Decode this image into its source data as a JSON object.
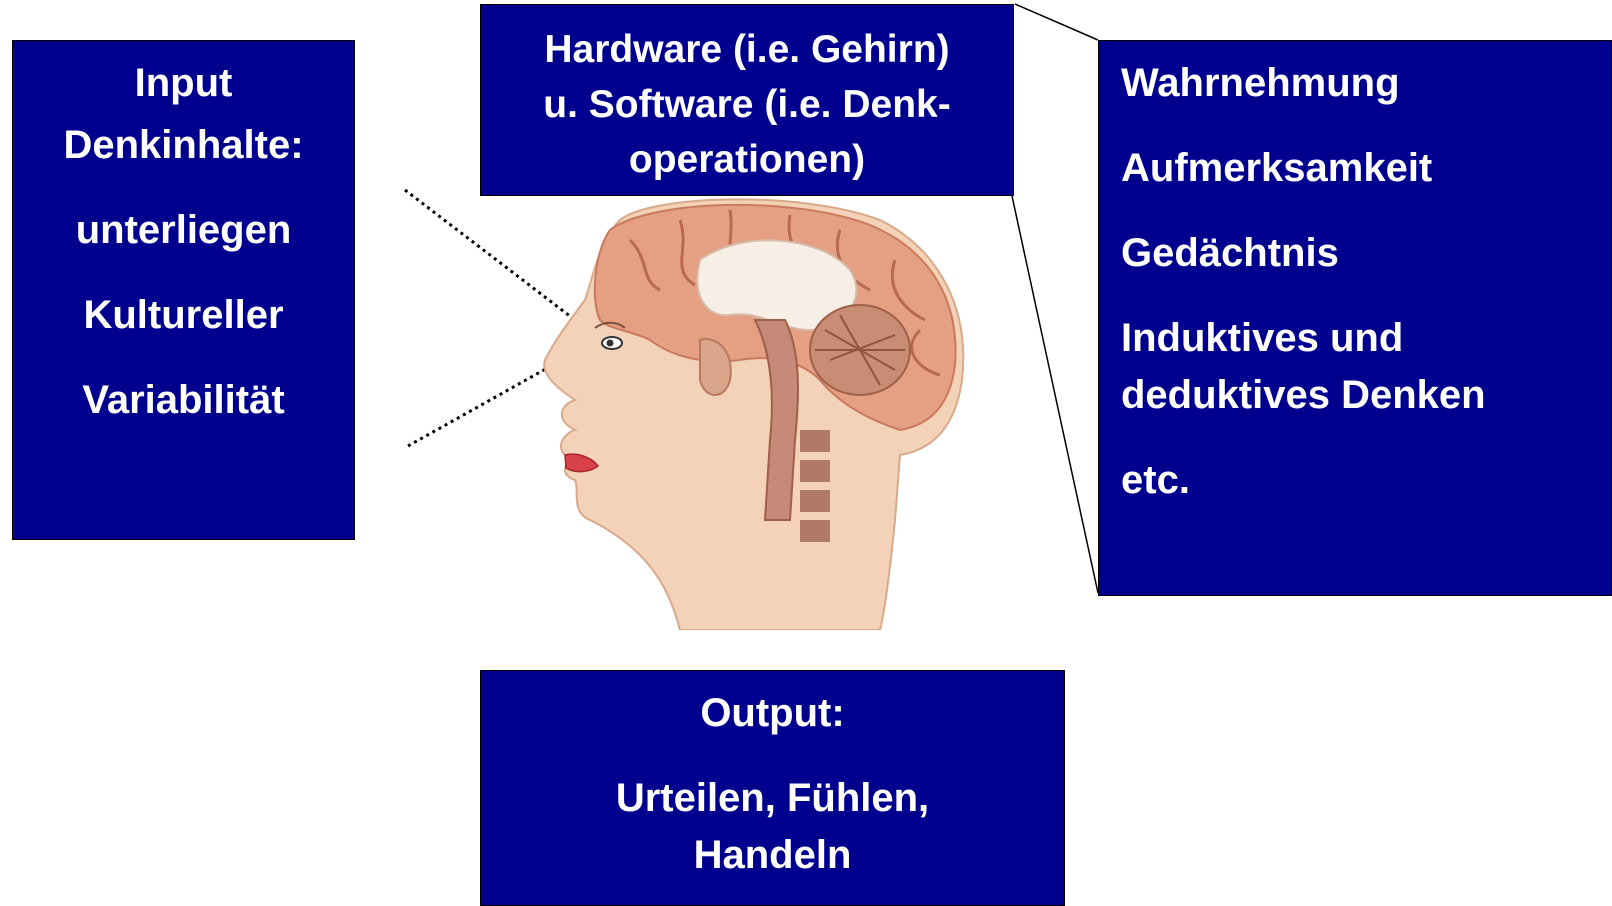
{
  "input_box": {
    "lines": [
      "Input",
      "Denkinhalte:",
      "unterliegen",
      "Kultureller",
      "Variabilität"
    ]
  },
  "hardware_box": {
    "text": "Hardware (i.e. Gehirn) u. Software (i.e. Denk-operationen)",
    "lines": [
      "Hardware (i.e. Gehirn)",
      "u. Software (i.e. Denk-",
      "operationen)"
    ]
  },
  "functions_box": {
    "items": [
      "Wahrnehmung",
      "Aufmerksamkeit",
      "Gedächtnis",
      "Induktives und deduktives Denken",
      "etc."
    ]
  },
  "output_box": {
    "label": "Output:",
    "text": "Urteilen, Fühlen, Handeln"
  },
  "colors": {
    "box_fill": "#00008e",
    "box_text": "#ffffff",
    "skin": "#f3d2b7",
    "brain": "#e59f83"
  }
}
